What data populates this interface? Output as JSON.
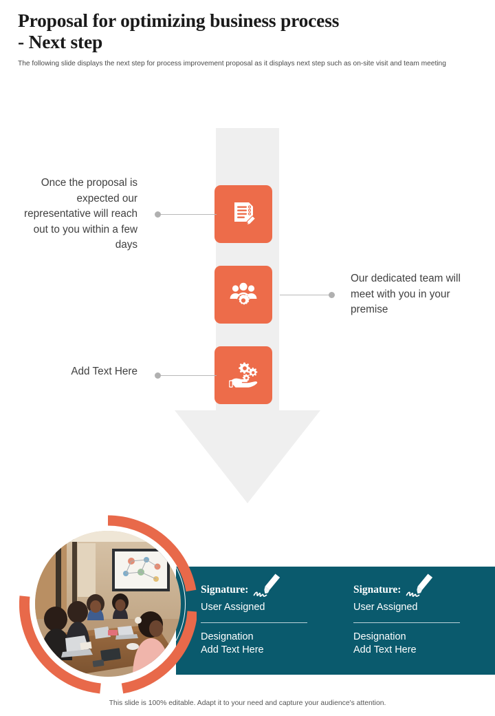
{
  "header": {
    "title_line1": "Proposal for optimizing business process",
    "title_line2": "- Next step",
    "subtitle": "The following slide displays the next step for process improvement proposal as it displays next step such as on-site visit and team meeting"
  },
  "colors": {
    "accent_orange": "#ed6c4a",
    "panel_teal": "#0a5a6d",
    "arrow_gray": "#efefef",
    "connector_gray": "#b9b9b9",
    "text_dark": "#404040"
  },
  "steps": [
    {
      "icon": "document-pencil-icon",
      "text": "Once the proposal is expected our representative will reach out to you within a few days",
      "side": "left"
    },
    {
      "icon": "team-gear-icon",
      "text": "Our dedicated team will meet with you in your premise",
      "side": "right"
    },
    {
      "icon": "hand-gears-icon",
      "text": "Add Text Here",
      "side": "left"
    }
  ],
  "signatures": [
    {
      "label": "Signature:",
      "user": "User Assigned",
      "designation_line1": "Designation",
      "designation_line2": "Add Text Here",
      "pen_icon": "signature-pen-icon"
    },
    {
      "label": "Signature:",
      "user": "User Assigned",
      "designation_line1": "Designation",
      "designation_line2": "Add Text Here",
      "pen_icon": "signature-pen-icon"
    }
  ],
  "photo": {
    "alt": "team meeting around conference table",
    "ring_icon": "orange-arc-ring"
  },
  "footer": {
    "note": "This slide is 100% editable. Adapt it to your need and capture your audience's attention."
  }
}
